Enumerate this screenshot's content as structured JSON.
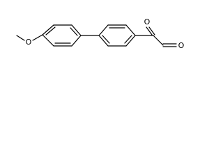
{
  "structure": {
    "atom_labels": {
      "methoxy_oxygen": "O",
      "ketone_oxygen": "O",
      "aldehyde_oxygen": "O"
    },
    "colors": {
      "bond": "#000000",
      "label": "#000000",
      "background": "#ffffff"
    }
  }
}
